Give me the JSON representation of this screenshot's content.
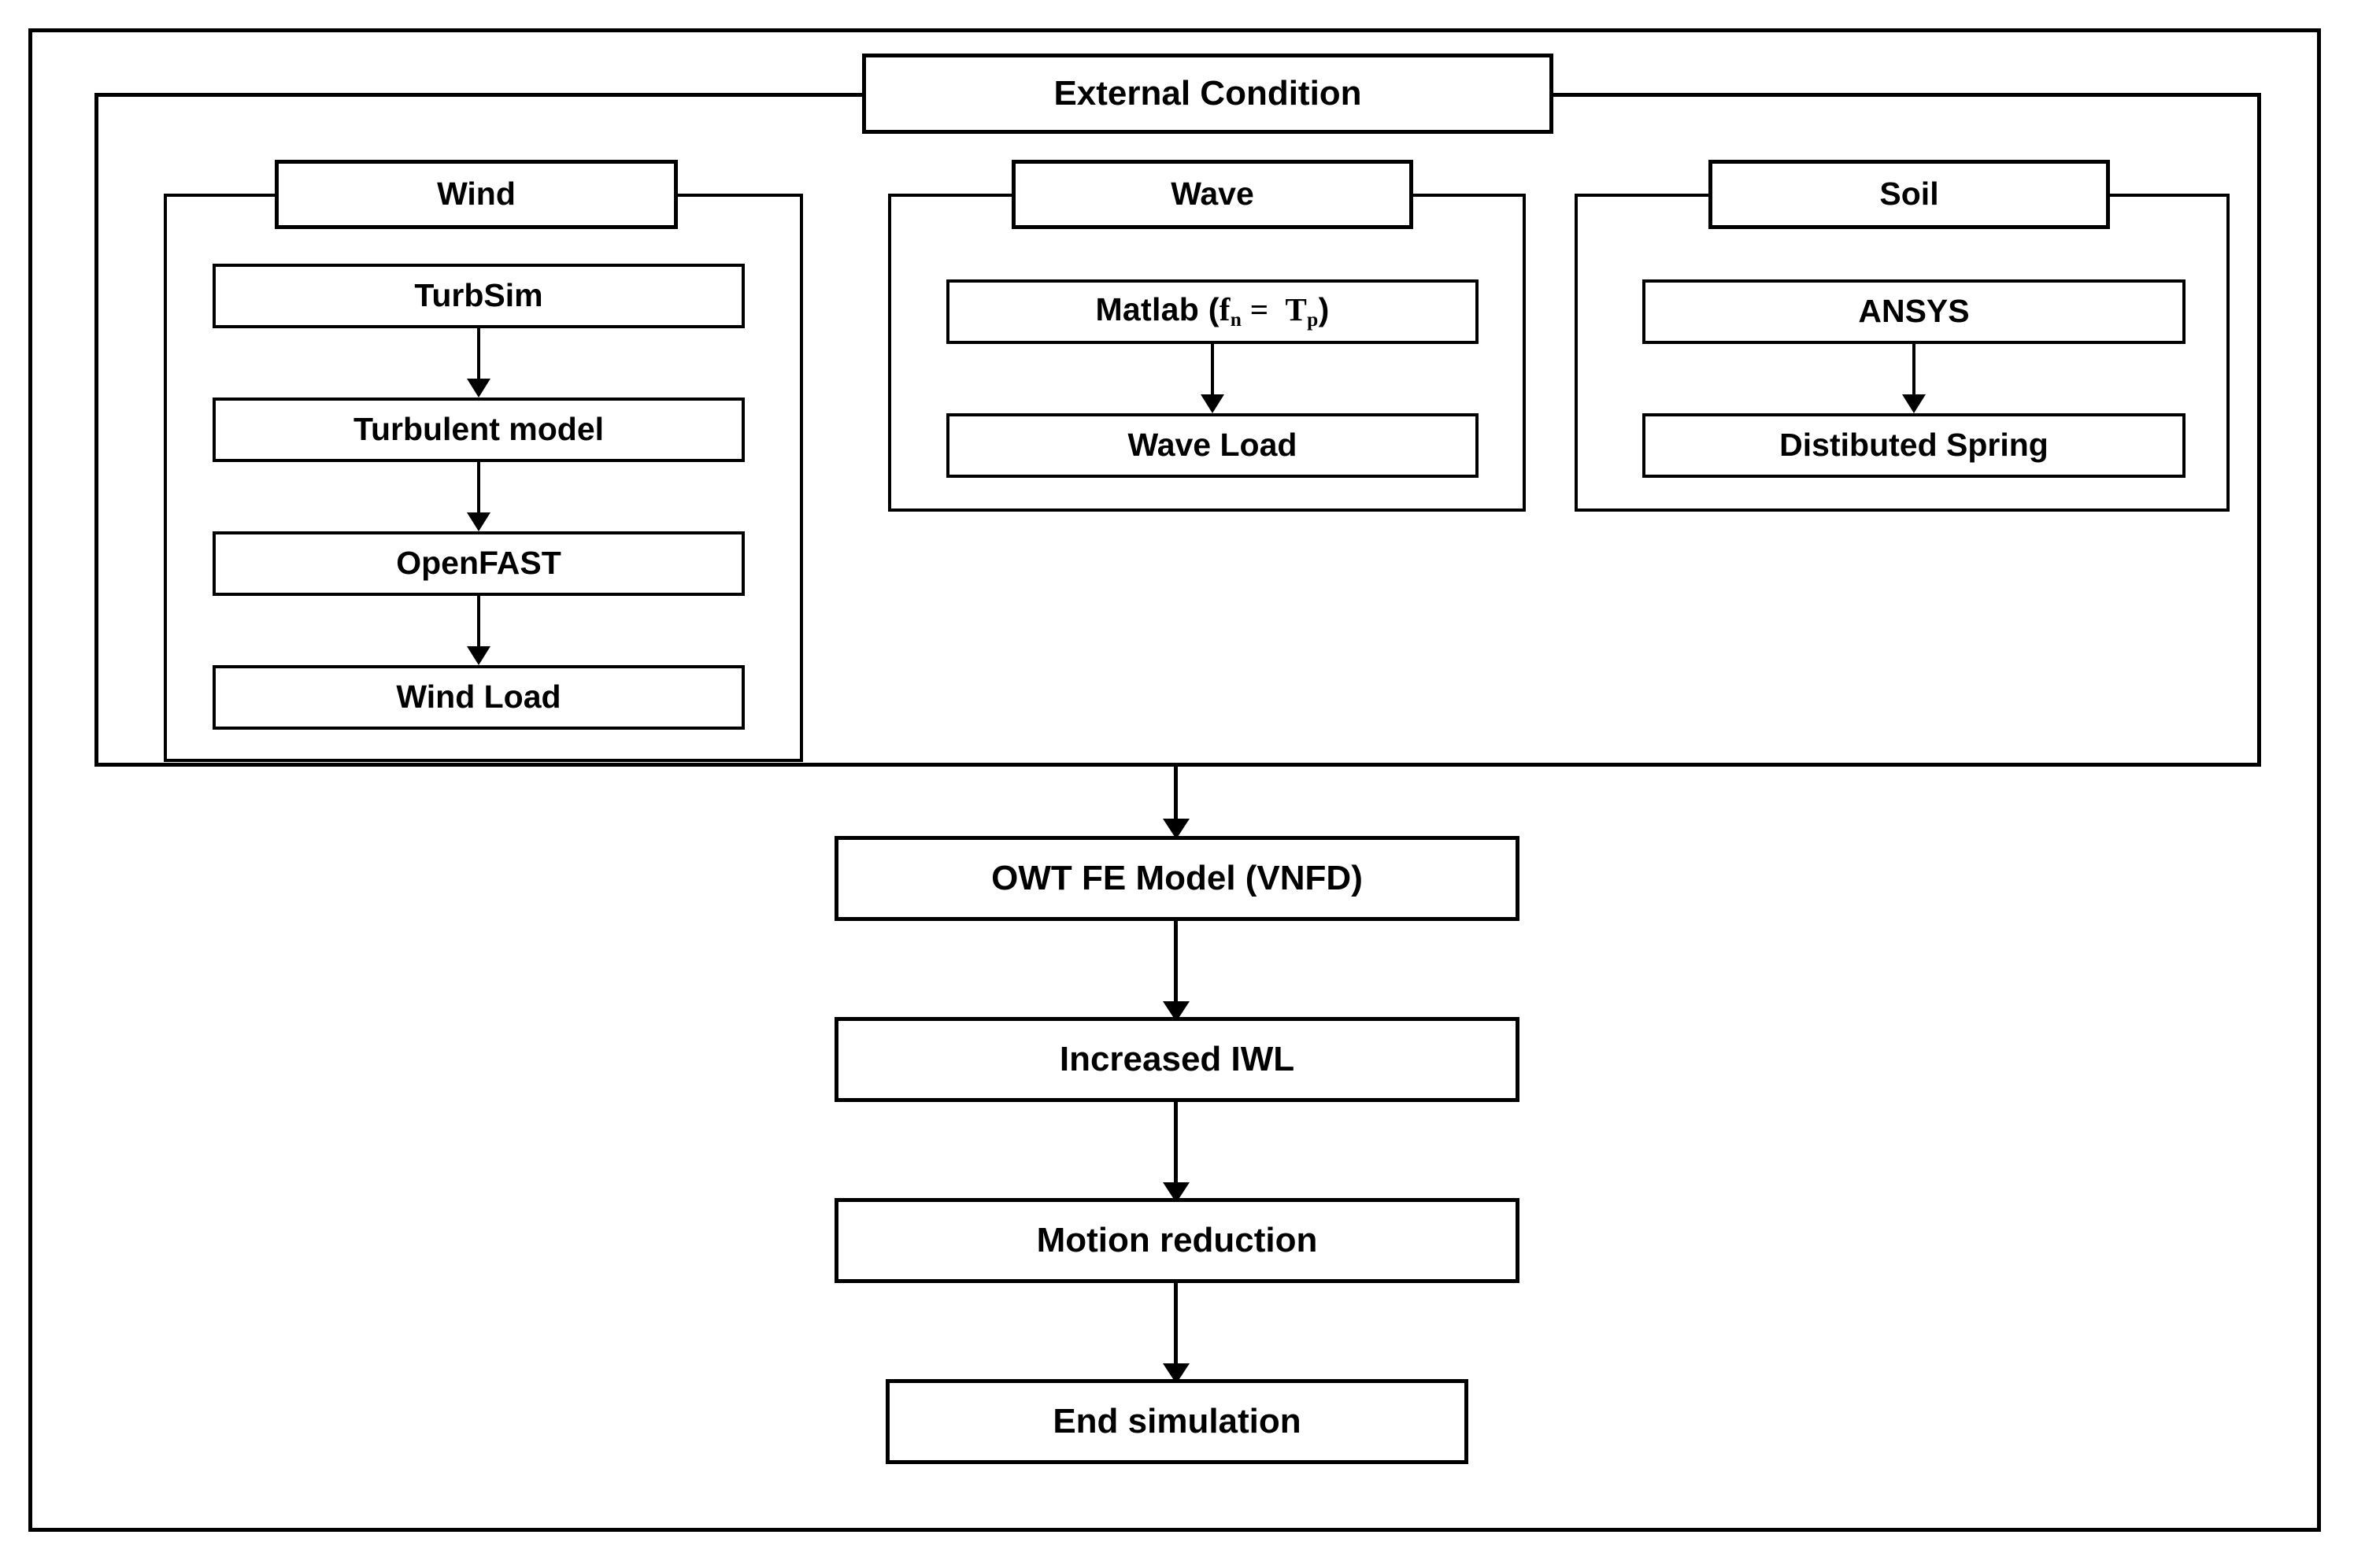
{
  "diagram": {
    "title": "External Condition",
    "root_box": {
      "label": "External Condition"
    },
    "branches": [
      {
        "name": "wind",
        "header": "Wind",
        "steps": [
          {
            "label": "TurbSim"
          },
          {
            "label": "Turbulent model"
          },
          {
            "label": "OpenFAST"
          },
          {
            "label": "Wind Load"
          }
        ]
      },
      {
        "name": "wave",
        "header": "Wave",
        "steps": [
          {
            "label": "Matlab (fn = Tp)",
            "math": {
              "prefix": "Matlab (",
              "var1": "f",
              "sub1": "n",
              "operator": " = ",
              "var2": "T",
              "sub2": "p",
              "suffix": ")"
            }
          },
          {
            "label": "Wave Load"
          }
        ]
      },
      {
        "name": "soil",
        "header": "Soil",
        "steps": [
          {
            "label": "ANSYS"
          },
          {
            "label": "Distibuted Spring"
          }
        ]
      }
    ],
    "main_chain": [
      {
        "label": "OWT FE Model (VNFD)"
      },
      {
        "label": "Increased IWL"
      },
      {
        "label": "Motion reduction"
      },
      {
        "label": "End simulation"
      }
    ],
    "colors": {
      "stroke": "#000000",
      "background": "#ffffff",
      "text": "#000000"
    }
  }
}
